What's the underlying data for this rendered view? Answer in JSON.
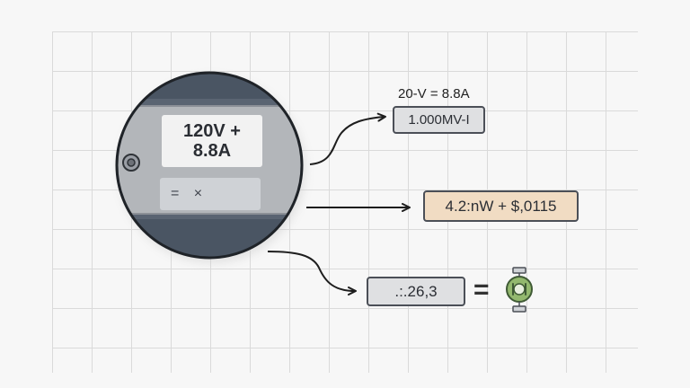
{
  "meter": {
    "display_line1": "120V +",
    "display_line2": "8.8A",
    "controls_text": "= ×"
  },
  "annotations": {
    "top_label": "20-V = 8.8A",
    "top_box": "1.000MV-I",
    "mid_box": "4.2:nW + $,0115",
    "bottom_box": ".:.26,3",
    "equals": "="
  },
  "colors": {
    "background": "#f7f7f7",
    "grid": "#dadada",
    "meter_body": "#4a5563",
    "meter_face": "#b3b6ba",
    "top_box_fill": "#dfe0e2",
    "mid_box_fill": "#f1dcc3",
    "bottom_box_fill": "#dfe0e2",
    "plug_green": "#93b86e"
  },
  "icons": [
    "screw-icon",
    "power-plug-icon",
    "arrow-icon"
  ]
}
